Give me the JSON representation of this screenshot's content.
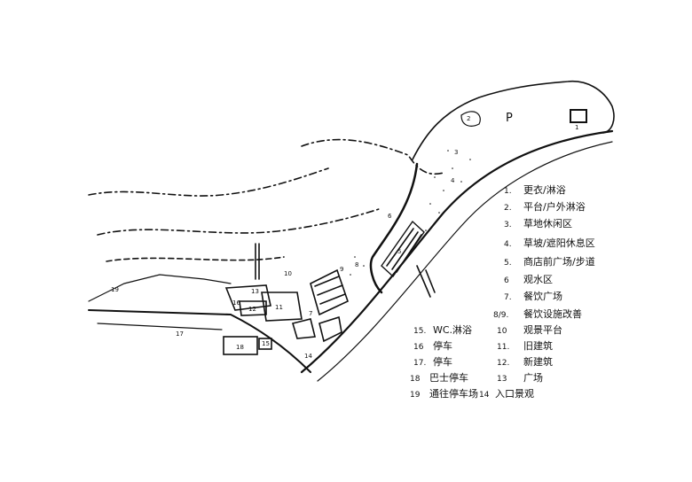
{
  "map_labels": [
    "1",
    "2",
    "3",
    "4",
    "5",
    "6",
    "7",
    "8",
    "9",
    "10",
    "11",
    "12",
    "13",
    "14",
    "15",
    "16",
    "17",
    "18",
    "19",
    "P"
  ],
  "legend_right": [
    {
      "num": "1.",
      "text": "更衣/淋浴"
    },
    {
      "num": "2.",
      "text": "平台/户外淋浴"
    },
    {
      "num": "3.",
      "text": "草地休闲区"
    },
    {
      "num": "4.",
      "text": "草坡/遮阳休息区"
    },
    {
      "num": "5.",
      "text": "商店前广场/步道"
    },
    {
      "num": "6",
      "text": "观水区"
    },
    {
      "num": "7.",
      "text": "餐饮广场"
    },
    {
      "num": "8/9.",
      "text": "餐饮设施改善"
    },
    {
      "num": "10",
      "text": "观景平台"
    },
    {
      "num": "11.",
      "text": "旧建筑"
    },
    {
      "num": "12.",
      "text": "新建筑"
    },
    {
      "num": "13",
      "text": "广场"
    },
    {
      "num": "14",
      "text": "入口景观"
    }
  ],
  "legend_left": [
    {
      "num": "15.",
      "text": "WC.淋浴"
    },
    {
      "num": "16",
      "text": "停车"
    },
    {
      "num": "17.",
      "text": "停车"
    },
    {
      "num": "18",
      "text": "巴士停车"
    },
    {
      "num": "19",
      "text": "通往停车场"
    }
  ]
}
